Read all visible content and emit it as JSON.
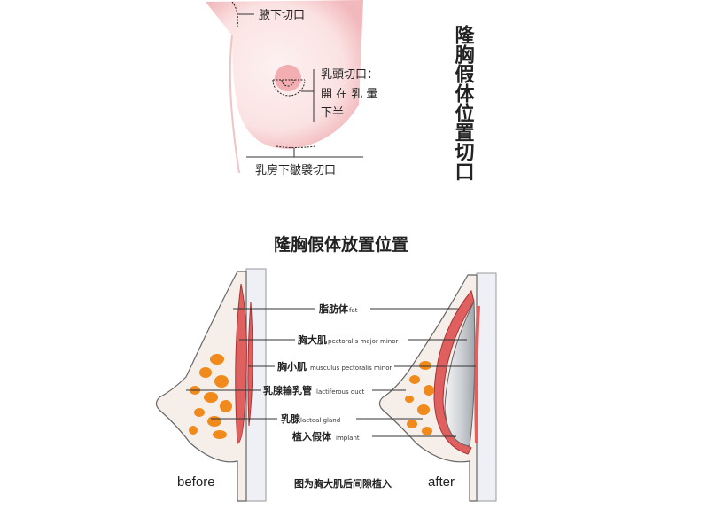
{
  "incision_figure": {
    "title_vertical": "隆胸假体位置切口",
    "axillary": "腋下切口",
    "nipple_line1": "乳頭切口：",
    "nipple_line2": "開 在 乳 暈",
    "nipple_line3": "下半",
    "inframammary": "乳房下皺襞切口"
  },
  "placement_figure": {
    "title": "隆胸假体放置位置",
    "labels": [
      {
        "cn": "脂肪体",
        "en": "fat"
      },
      {
        "cn": "胸大肌",
        "en": "pectoralis major minor"
      },
      {
        "cn": "胸小肌",
        "en": "musculus pectoralis minor"
      },
      {
        "cn": "乳腺输乳管",
        "en": "lactiferous duct"
      },
      {
        "cn": "乳腺",
        "en": "lacteal gland"
      },
      {
        "cn": "植入假体",
        "en": "implant"
      }
    ],
    "before": "before",
    "after": "after",
    "caption": "图为胸大肌后间隙植入"
  },
  "colors": {
    "skin": "#f9d9d9",
    "muscle": "#e06060",
    "gland": "#f08a1c",
    "implant": "#d8dcdf"
  }
}
